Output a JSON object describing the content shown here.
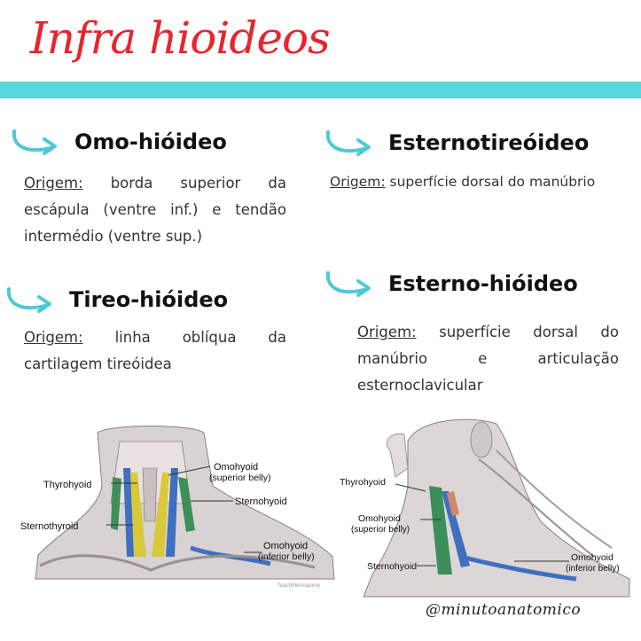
{
  "title": "Infra hioideos",
  "sections": [
    {
      "title": "Omo-hióideo",
      "origin_label": "Origem:",
      "origin_text": "borda superior da escápula (ventre inf.) e tendão intermédio (ventre sup.)"
    },
    {
      "title": "Esternotireóideo",
      "origin_label": "Origem:",
      "origin_text": "superfície dorsal do manúbrio"
    },
    {
      "title": "Tireo-hióideo",
      "origin_label": "Origem:",
      "origin_text": "linha oblíqua da cartilagem tireóidea"
    },
    {
      "title": "Esterno-hióideo",
      "origin_label": "Origem:",
      "origin_text": "superfície dorsal do manúbrio e articulação esternoclavicular"
    }
  ],
  "figure_left": {
    "labels": {
      "thyrohyoid": "Thyrohyoid",
      "sternothyroid": "Sternothyroid",
      "omohyoid_sup_1": "Omohyoid",
      "omohyoid_sup_2": "(superior belly)",
      "sternohyoid": "Sternohyoid",
      "omohyoid_inf_1": "Omohyoid",
      "omohyoid_inf_2": "(inferior belly)"
    },
    "watermark": "TeachMeAnatomy"
  },
  "figure_right": {
    "labels": {
      "thyrohyoid": "Thyrohyoid",
      "omohyoid_sup_1": "Omohyoid",
      "omohyoid_sup_2": "(superior belly)",
      "sternohyoid": "Sternohyoid",
      "omohyoid_inf_1": "Omohyoid",
      "omohyoid_inf_2": "(inferior belly)"
    }
  },
  "handle": "@minutoanatomico",
  "colors": {
    "accent_red": "#e8242f",
    "band_cyan": "#5ad6df",
    "arrow_cyan": "#4fc8d6"
  }
}
